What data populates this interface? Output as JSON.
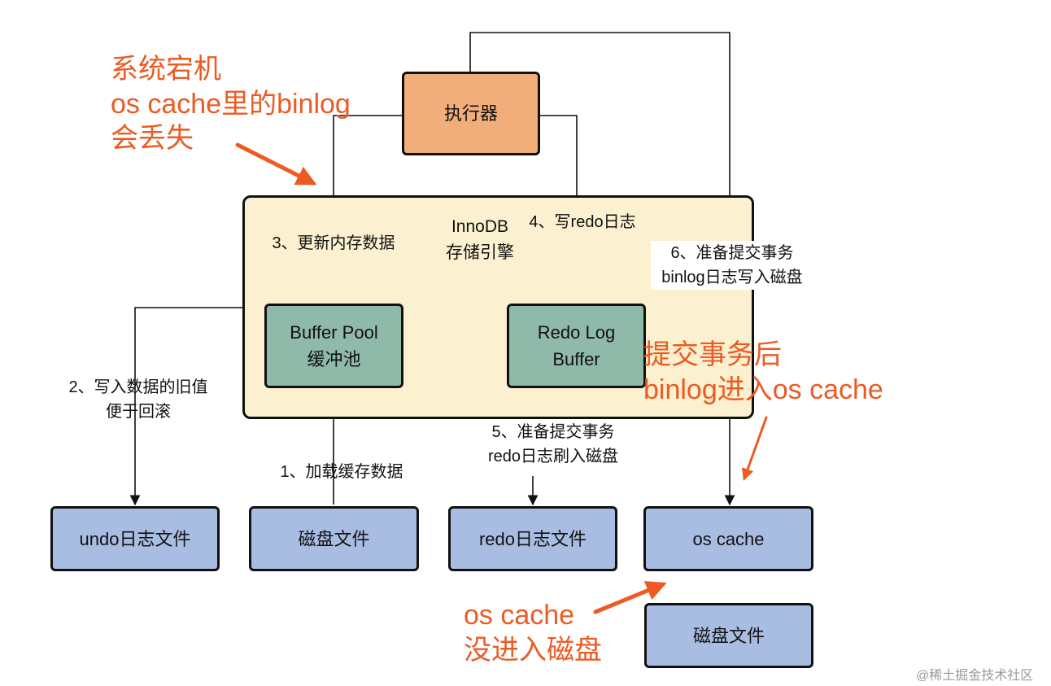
{
  "nodes": {
    "executor": "执行器",
    "engine": "InnoDB\n存储引擎",
    "buffer_pool": "Buffer Pool\n缓冲池",
    "redo_log_buffer": "Redo Log\nBuffer",
    "undo_file": "undo日志文件",
    "disk_file": "磁盘文件",
    "redo_file": "redo日志文件",
    "os_cache": "os cache",
    "disk_file_2": "磁盘文件"
  },
  "steps": {
    "step1": "1、加载缓存数据",
    "step2": "2、写入数据的旧值\n便于回滚",
    "step3": "3、更新内存数据",
    "step4": "4、写redo日志",
    "step5": "5、准备提交事务\nredo日志刷入磁盘",
    "step6": "6、准备提交事务\nbinlog日志写入磁盘"
  },
  "annotations": {
    "crash_note": "系统宕机\nos cache里的binlog\n会丢失",
    "commit_note": "提交事务后\nbinlog进入os cache",
    "oscache_note": "os cache\n没进入磁盘"
  },
  "watermark": "@稀土掘金技术社区",
  "colors": {
    "executor": "#f2ae7a",
    "engine": "#fbf0cf",
    "buffer": "#8fb9a8",
    "file": "#a9bde3",
    "annotation": "#ec5b23"
  }
}
